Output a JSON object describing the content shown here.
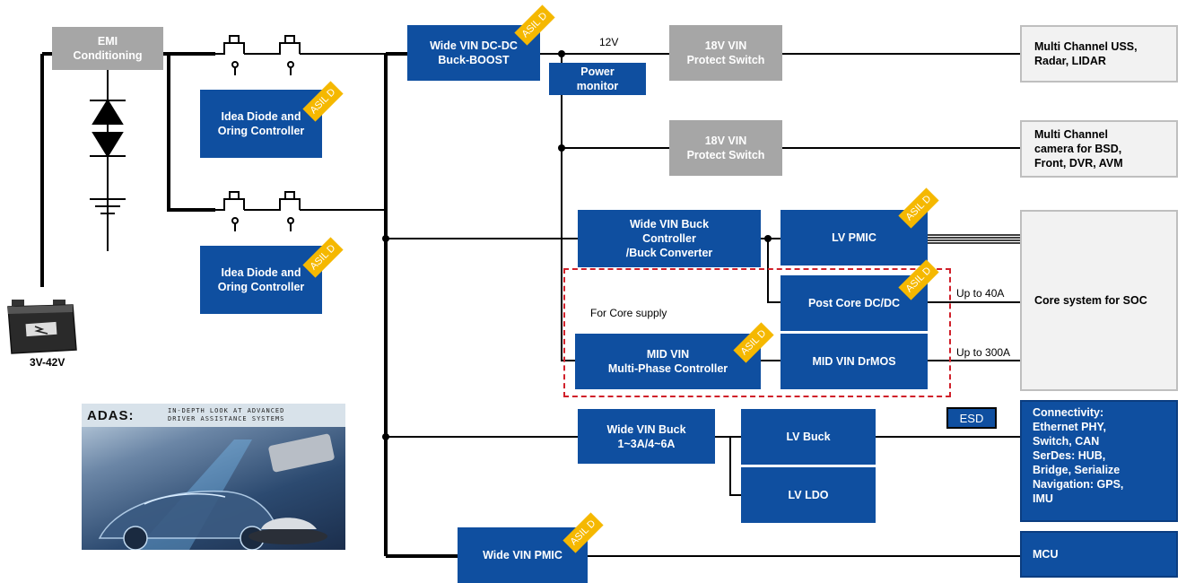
{
  "blocks": {
    "emi": "EMI\nConditioning",
    "ideal_diode_1": "Idea Diode and\nOring Controller",
    "ideal_diode_2": "Idea Diode and\nOring Controller",
    "dcdc_buckboost": "Wide VIN DC-DC\nBuck-BOOST",
    "power_monitor": "Power\nmonitor",
    "protect_switch_1": "18V  VIN\nProtect Switch",
    "protect_switch_2": "18V  VIN\nProtect Switch",
    "buck_controller": "Wide VIN Buck\nController\n/Buck Converter",
    "lv_pmic": "LV PMIC",
    "post_core": "Post Core DC/DC",
    "mid_vin_controller": "MID VIN\nMulti-Phase Controller",
    "mid_vin_drmos": "MID VIN DrMOS",
    "wide_vin_buck": "Wide VIN Buck\n1~3A/4~6A",
    "lv_buck": "LV Buck",
    "lv_ldo": "LV LDO",
    "wide_vin_pmic": "Wide VIN PMIC"
  },
  "outputs": {
    "uss": "Multi Channel USS,\nRadar, LIDAR",
    "camera": "Multi Channel\ncamera for BSD,\nFront, DVR, AVM",
    "core_soc": "Core system for SOC",
    "connectivity": "Connectivity:\nEthernet PHY,\nSwitch, CAN\nSerDes: HUB,\nBridge, Serialize\nNavigation: GPS,\nIMU",
    "mcu": "MCU"
  },
  "labels": {
    "v12": "12V",
    "battery_voltage": "3V-42V",
    "core_supply": "For Core supply",
    "up_to_40a": "Up to 40A",
    "up_to_300a": "Up to 300A",
    "esd": "ESD",
    "asil": "ASIL D"
  },
  "adas_image": {
    "title": "ADAS:",
    "subtitle": "IN-DEPTH LOOK AT ADVANCED\nDRIVER ASSISTANCE SYSTEMS"
  },
  "colors": {
    "block_blue": "#0f4fa0",
    "block_grey": "#a6a6a6",
    "asil_badge": "#f5b800",
    "core_supply_dash": "#d0202a"
  }
}
